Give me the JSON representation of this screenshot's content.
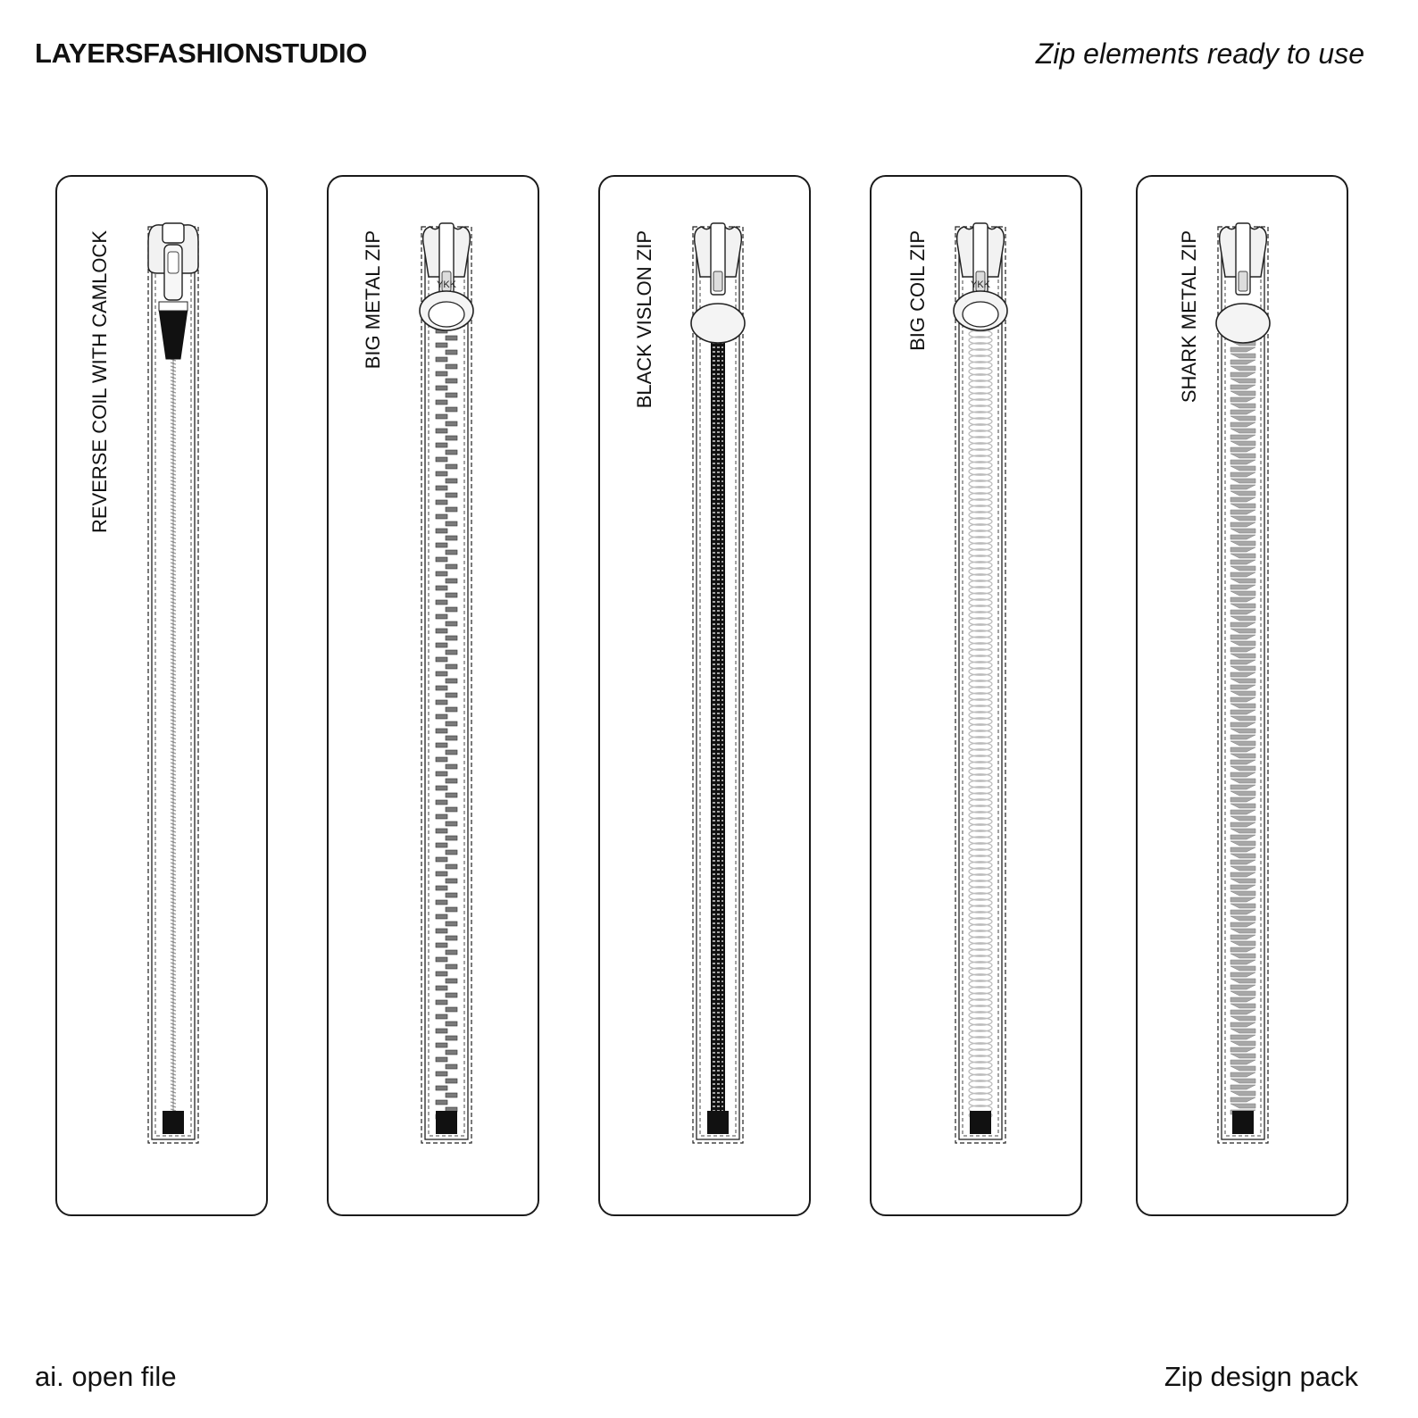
{
  "header": {
    "brand": "LAYERSFASHIONSTUDIO",
    "tagline": "Zip elements ready to use"
  },
  "footer": {
    "left": "ai. open file",
    "right": "Zip design pack"
  },
  "zips": [
    {
      "label": "REVERSE COIL WITH CAMLOCK",
      "style": "coil-camlock",
      "tooth_color": "#9a9a9a"
    },
    {
      "label": "BIG METAL ZIP",
      "style": "big-metal",
      "brand_mark": "YKK",
      "tooth_color": "#7a7a7a"
    },
    {
      "label": "BLACK VISLON ZIP",
      "style": "vislon",
      "tooth_color": "#111111"
    },
    {
      "label": "BIG COIL ZIP",
      "style": "big-coil",
      "brand_mark": "YKK",
      "tooth_color": "#bcbcbc"
    },
    {
      "label": "SHARK METAL ZIP",
      "style": "shark-metal",
      "tooth_color": "#a8a8a8"
    }
  ]
}
